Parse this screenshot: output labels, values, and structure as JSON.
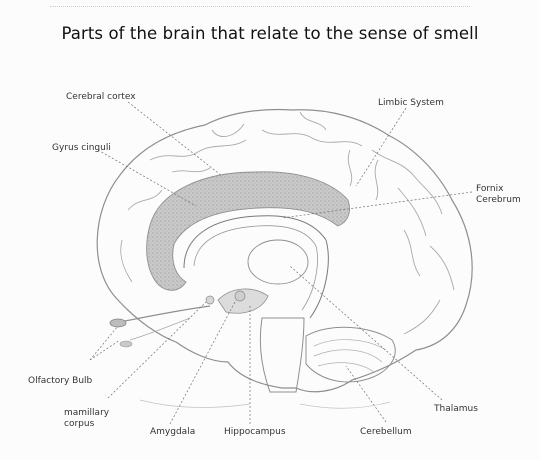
{
  "title": "Parts of the brain that relate to the sense of smell",
  "labels": {
    "cerebral_cortex": "Cerebral cortex",
    "limbic_system": "Limbic System",
    "gyrus_cinguli": "Gyrus cinguli",
    "fornix_cerebrum": [
      "Fornix",
      "Cerebrum"
    ],
    "olfactory_bulb": "Olfactory Bulb",
    "mamillary_corpus": [
      "mamillary",
      "corpus"
    ],
    "amygdala": "Amygdala",
    "hippocampus": "Hippocampus",
    "cerebellum": "Cerebellum",
    "thalamus": "Thalamus"
  }
}
